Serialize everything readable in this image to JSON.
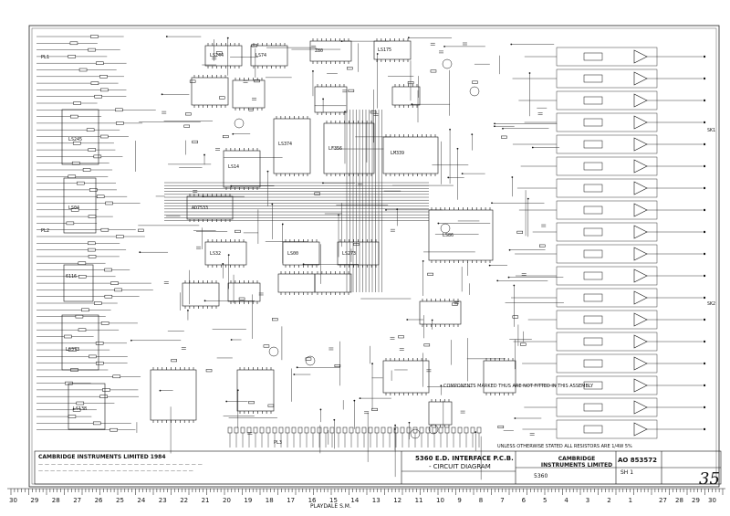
{
  "title_block": {
    "company_top": "CAMBRIDGE INSTRUMENTS LIMITED 1984",
    "drawing_title_1": "5360 E.D. INTERFACE P.C.B.",
    "drawing_title_2": "- CIRCUIT DIAGRAM",
    "model": "5360",
    "company_box": "CAMBRIDGE INSTRUMENTS LIMITED",
    "drawing_number": "AO 853572",
    "sheet": "SH 1",
    "scale_note": "PLAYDALE S.M.",
    "handwritten_number": "35"
  },
  "notes": {
    "note_1": "COMPONENTS MARKED THUS ARE NOT FITTED IN THIS ASSEMBLY",
    "note_2": "UNLESS OTHERWISE STATED ALL RESISTORS ARE 1/4W 5%"
  },
  "chip_labels": [
    "LS245",
    "LS04",
    "6116",
    "LS373",
    "LS138",
    "LS244",
    "LS74",
    "Z80",
    "LS175",
    "LS374",
    "LF356",
    "LM339",
    "LS14",
    "AD7533",
    "LS32",
    "LS00",
    "LS273",
    "LS86"
  ],
  "connector_labels": [
    "PL1",
    "PL2",
    "SK1",
    "SK2",
    "PL3"
  ],
  "ruler_numbers": [
    "30",
    "29",
    "28",
    "27",
    "26",
    "25",
    "24",
    "23",
    "22",
    "21",
    "20",
    "19",
    "18",
    "17",
    "16",
    "15",
    "14",
    "13",
    "12",
    "11",
    "10",
    "9",
    "8",
    "7",
    "6",
    "5",
    "4",
    "3",
    "2",
    "1"
  ],
  "ruler_right": [
    "27",
    "28",
    "29",
    "30"
  ]
}
